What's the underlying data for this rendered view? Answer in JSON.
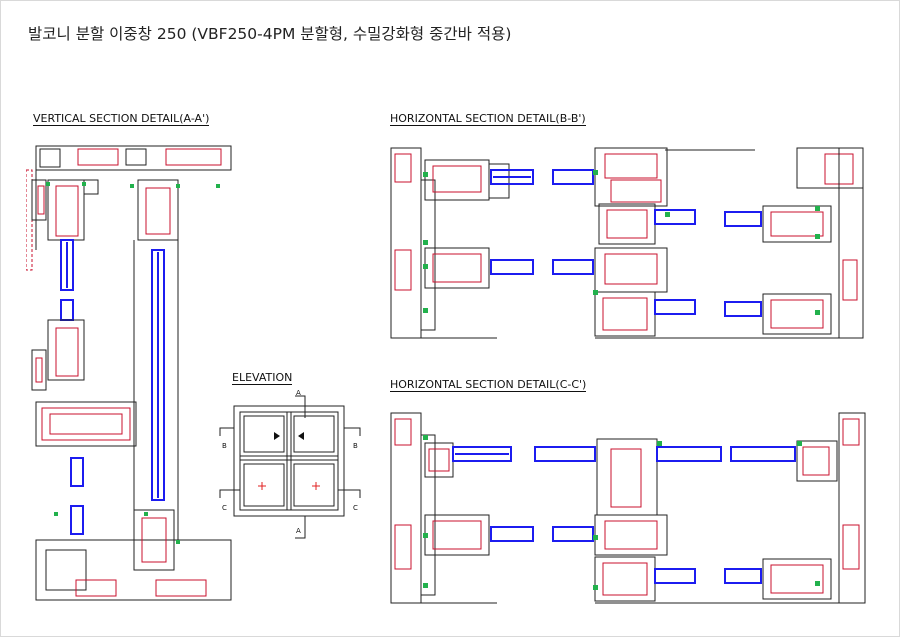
{
  "title": "발코니 분할 이중창 250 (VBF250-4PM 분할형, 수밀강화형 중간바 적용)",
  "sections": {
    "vertical": "VERTICAL SECTION DETAIL(A-A')",
    "horizontal_b": "HORIZONTAL SECTION DETAIL(B-B')",
    "horizontal_c": "HORIZONTAL SECTION DETAIL(C-C')",
    "elevation": "ELEVATION"
  },
  "elevation_marks": {
    "a_top": "A",
    "a_bottom": "A",
    "b_left": "B",
    "b_right": "B",
    "c_left": "C",
    "c_right": "C"
  },
  "colors": {
    "frame": "#222222",
    "glass": "#1c1cf0",
    "reinforcement": "#c8102e",
    "gasket": "#22b14c",
    "cross": "#e02020"
  }
}
